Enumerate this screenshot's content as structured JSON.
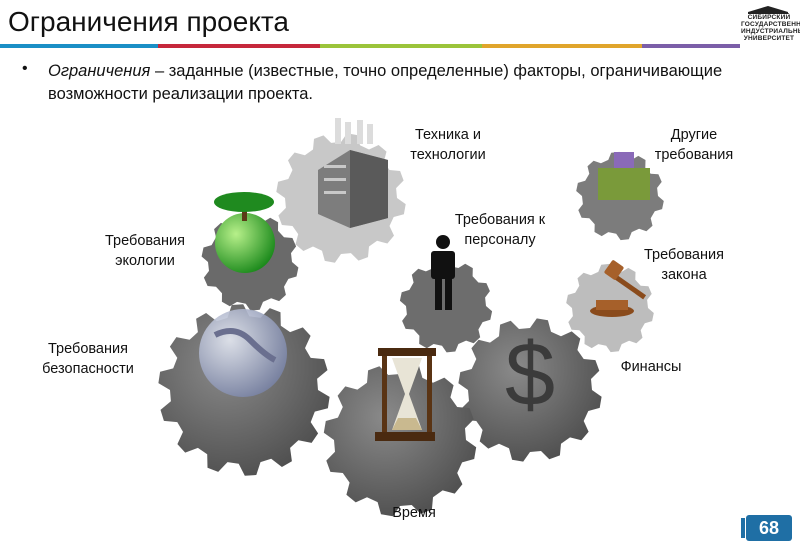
{
  "slide": {
    "title": "Ограничения проекта",
    "logo_text": "СИБИРСКИЙ ГОСУДАРСТВЕННЫЙ ИНДУСТРИАЛЬНЫЙ УНИВЕРСИТЕТ",
    "stripe_colors": [
      "#1a8fc6",
      "#c6273b",
      "#9bc43a",
      "#e0a52b",
      "#7b5ea8",
      "#3fa3d4"
    ],
    "bullet_term": "Ограничения",
    "bullet_rest": " – заданные (известные, точно определенные) факторы, ограничивающие возможности реализации проекта.",
    "page_number": "68"
  },
  "constraints": {
    "tech": "Техника и технологии",
    "other": "Другие требования",
    "staff": "Требования к персоналу",
    "ecology": "Требования экологии",
    "law": "Требования закона",
    "safety": "Требования безопасности",
    "finance": "Финансы",
    "time": "Время"
  },
  "icons": {
    "tech": "factory-icon",
    "other": "puzzle-icon",
    "staff": "person-icon",
    "ecology": "tree-globe-icon",
    "law": "gavel-icon",
    "safety": "globe-icon",
    "finance": "dollar-icon",
    "time": "hourglass-icon"
  },
  "colors": {
    "gear": "#5f5f5f",
    "gear_light": "#7c7c7c",
    "badge": "#1f6fa5"
  }
}
